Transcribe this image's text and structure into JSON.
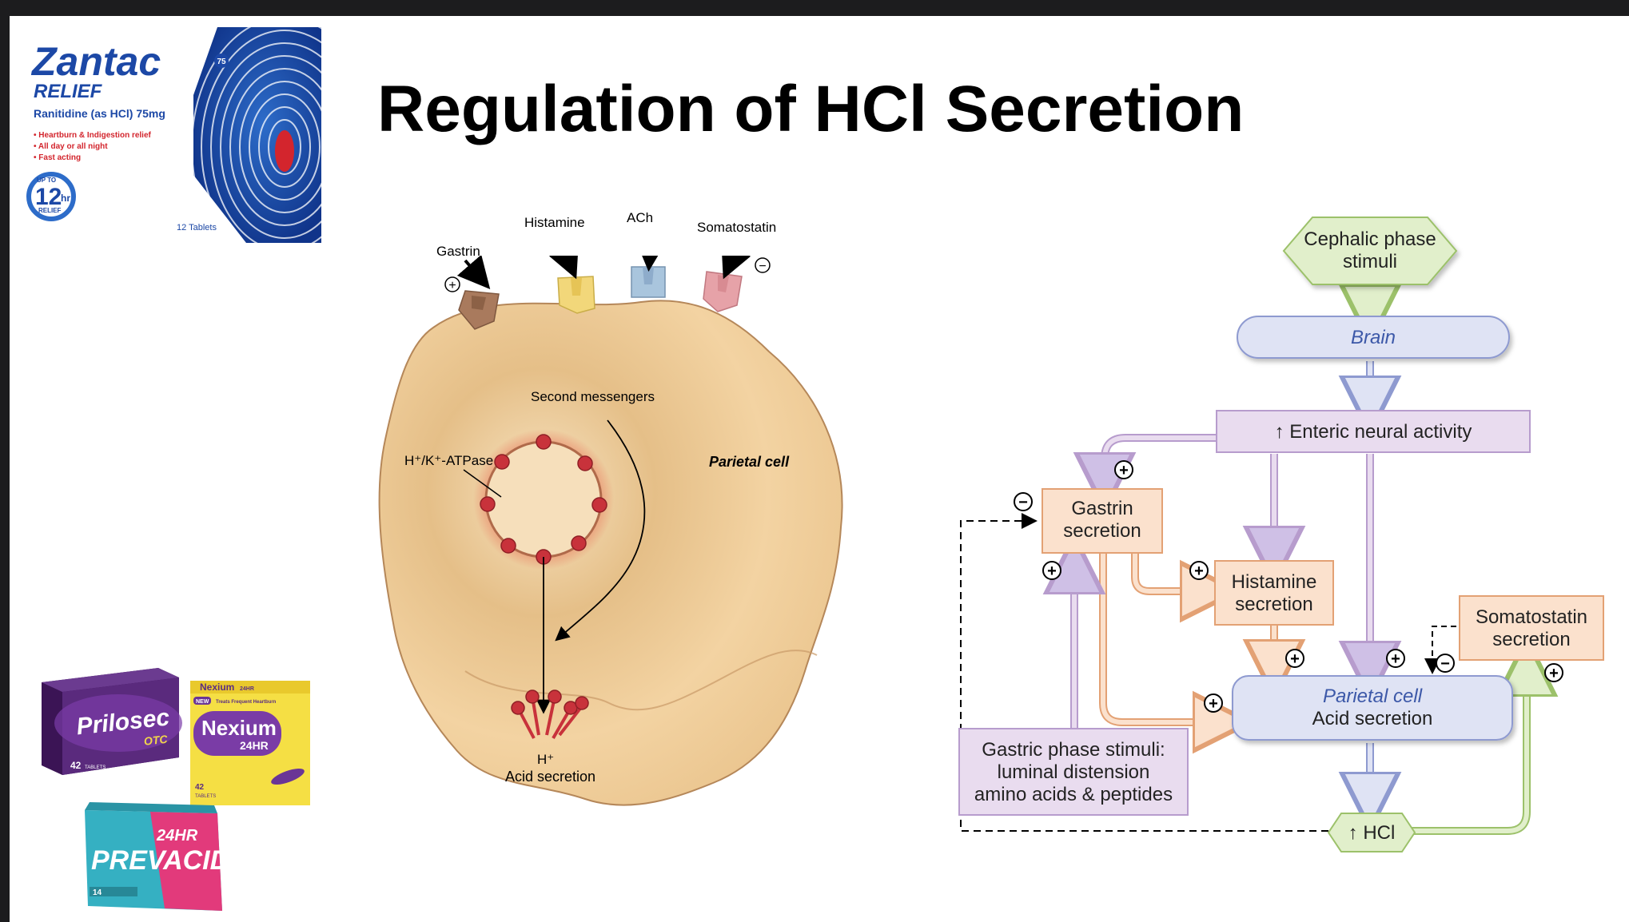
{
  "slide": {
    "title": "Regulation of HCl Secretion"
  },
  "products": {
    "zantac": {
      "brand": "Zantac",
      "badge": "75",
      "subtitle": "RELIEF",
      "ingredient": "Ranitidine (as HCl) 75mg",
      "bullets": [
        "• Heartburn & Indigestion relief",
        "• All day or all night",
        "• Fast acting"
      ],
      "upto": "UP TO",
      "hours": "12",
      "hr": "hr",
      "relief": "RELIEF",
      "count": "12 Tablets"
    },
    "prilosec": {
      "brand": "Prilosec",
      "otc": "OTC",
      "count": "42",
      "count_label": "TABLETS",
      "colors": {
        "box": "#4b1f6b",
        "accent": "#2d3a8c"
      }
    },
    "nexium": {
      "top": "Nexium",
      "top_sub": "24HR",
      "new": "NEW",
      "tagline": "Treats Frequent Heartburn",
      "brand": "Nexium",
      "sub": "24HR",
      "count": "42",
      "count_label": "TABLETS"
    },
    "prevacid": {
      "brand": "PREVACID",
      "sub": "24HR",
      "count": "14"
    }
  },
  "cell_diagram": {
    "receptors": {
      "gastrin": "Gastrin",
      "histamine": "Histamine",
      "ach": "ACh",
      "somatostatin": "Somatostatin"
    },
    "signs": {
      "plus": "+",
      "minus": "−"
    },
    "second_messengers": "Second messengers",
    "pump": "H⁺/K⁺-ATPase",
    "cell_label": "Parietal cell",
    "hplus": "H⁺",
    "acid": "Acid secretion",
    "colors": {
      "cytoplasm": "#f0cf9d",
      "membrane": "#b07f4e",
      "pump_bead": "#c8323b",
      "gastrin_receptor": "#a97a5d",
      "histamine_receptor": "#f2d77a",
      "ach_receptor": "#a9c5dd",
      "somatostatin_receptor": "#e6a2a8"
    }
  },
  "flowchart": {
    "cephalic_1": "Cephalic phase",
    "cephalic_2": "stimuli",
    "brain": "Brain",
    "enteric": "↑ Enteric neural activity",
    "gastrin_1": "Gastrin",
    "gastrin_2": "secretion",
    "histamine_1": "Histamine",
    "histamine_2": "secretion",
    "somatostatin_1": "Somatostatin",
    "somatostatin_2": "secretion",
    "parietal_1": "Parietal cell",
    "parietal_2": "Acid secretion",
    "gastric_1": "Gastric phase stimuli:",
    "gastric_2": "luminal distension",
    "gastric_3": "amino acids & peptides",
    "hcl": "↑ HCl",
    "plus": "+",
    "minus": "−",
    "colors": {
      "green": "#e1efcb",
      "green_stroke": "#9cc16a",
      "blue": "#dfe3f4",
      "blue_stroke": "#8e9ad0",
      "purple": "#e9dcef",
      "purple_stroke": "#b79ccd",
      "orange": "#fbe1cd",
      "orange_stroke": "#e3a174",
      "brain_text": "#3c58a8"
    }
  }
}
